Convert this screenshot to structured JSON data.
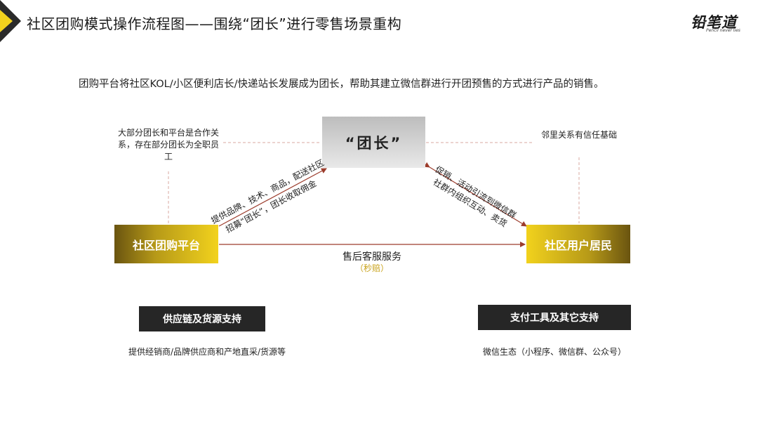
{
  "header": {
    "title": "社区团购模式操作流程图——围绕“团长”进行零售场景重构",
    "logo_text": "铅笔道",
    "logo_tagline": "Pencil never lies"
  },
  "intro": "团购平台将社区KOL/小区便利店长/快递站长发展成为团长，帮助其建立微信群进行开团预售的方式进行产品的销售。",
  "nodes": {
    "leader": "“团长”",
    "platform": "社区团购平台",
    "residents": "社区用户居民"
  },
  "notes": {
    "left": "大部分团长和平台是合作关系，存在部分团长为全职员工",
    "right": "邻里关系有信任基础"
  },
  "edges": {
    "platform_to_leader_1": "提供品牌、技术、商品，配送社区",
    "platform_to_leader_2": "招募“团长”，团长收取佣金",
    "leader_to_residents_1": "促销、活动引流到微信群",
    "leader_to_residents_2": "社群内组织互动、卖货",
    "platform_to_residents": "售后客服服务",
    "platform_to_residents_sub": "（秒赔）"
  },
  "support": {
    "left_title": "供应链及货源支持",
    "left_desc": "提供经销商/品牌供应商和产地直采/货源等",
    "right_title": "支付工具及其它支持",
    "right_desc": "微信生态（小程序、微信群、公众号）"
  },
  "colors": {
    "accent_yellow": "#f2d21d",
    "accent_dark": "#2a2a2a",
    "arrow_brown": "#9c3c2c",
    "dashed": "#d8a8a0"
  }
}
